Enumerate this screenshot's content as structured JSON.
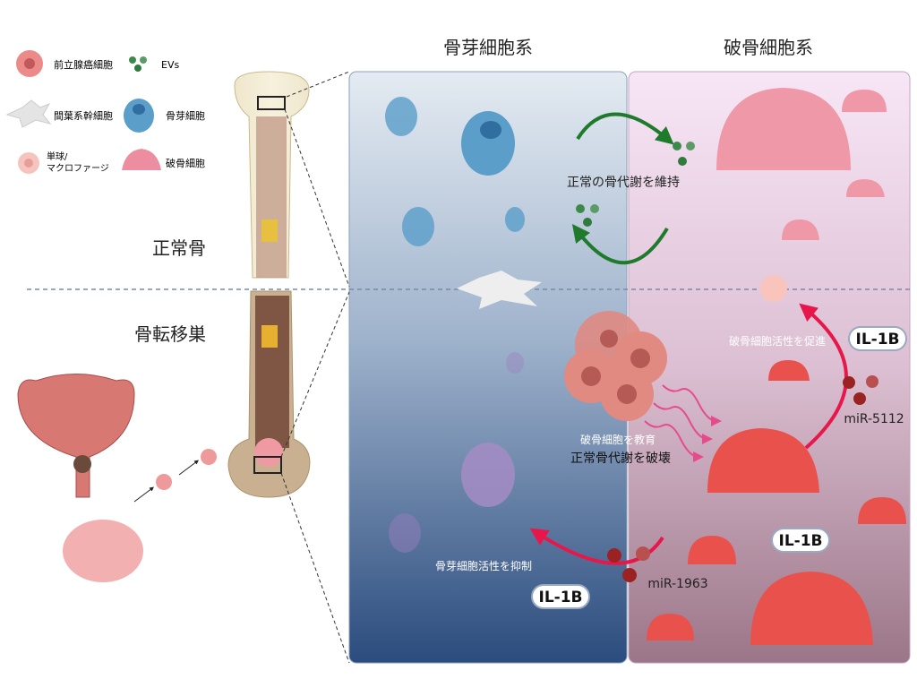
{
  "legend": {
    "items": [
      {
        "label": "前立腺癌細胞",
        "icon": "prostate-cancer-cell-icon"
      },
      {
        "label": "EVs",
        "icon": "extracellular-vesicles-icon"
      },
      {
        "label": "間葉系幹細胞",
        "icon": "mesenchymal-stem-cell-icon"
      },
      {
        "label": "骨芽細胞",
        "icon": "osteoblast-icon"
      },
      {
        "label": "単球/",
        "label2": "マクロファージ",
        "icon": "monocyte-macrophage-icon"
      },
      {
        "label": "破骨細胞",
        "icon": "osteoclast-icon"
      }
    ]
  },
  "sections": {
    "normal_bone": "正常骨",
    "bone_metastasis": "骨転移巣"
  },
  "panels": {
    "osteoblast_title": "骨芽細胞系",
    "osteoclast_title": "破骨細胞系"
  },
  "annotations": {
    "maintain": "正常の骨代謝を維持",
    "promote": "破骨細胞活性を促進",
    "educate": "破骨細胞を教育",
    "destroy": "正常骨代謝を破壊",
    "suppress": "骨芽細胞活性を抑制",
    "mir5112": "miR-5112",
    "mir1963": "miR-1963",
    "il1b": "IL-1B"
  },
  "colors": {
    "blue_panel_top": "#e4ebf2",
    "blue_panel_bottom": "#2b4c7e",
    "pink_panel_top": "#f7e6f6",
    "pink_panel_bottom": "#9b7688",
    "green_arrow": "#1f7a2c",
    "red_arrow": "#e8174a"
  }
}
